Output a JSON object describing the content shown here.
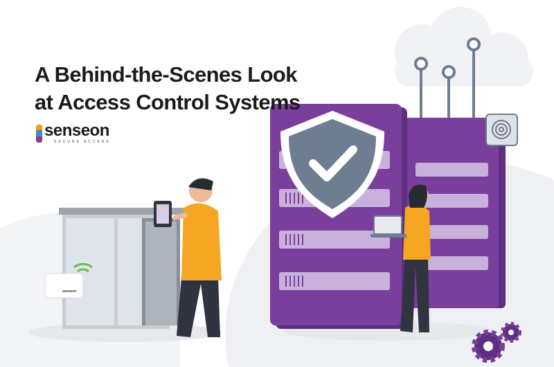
{
  "header": {
    "title_line1": "A Behind-the-Scenes Look",
    "title_line2": "at Access Control Systems"
  },
  "logo": {
    "name": "senseon",
    "tagline": "SECURE ACCESS"
  },
  "device": {
    "brand": "senseon"
  },
  "colors": {
    "server_purple": "#7a3f9c",
    "server_light": "#c8b2dc",
    "shield_gray": "#6e7d90",
    "shirt_orange": "#f5a623",
    "wifi_green": "#6abf4b"
  }
}
